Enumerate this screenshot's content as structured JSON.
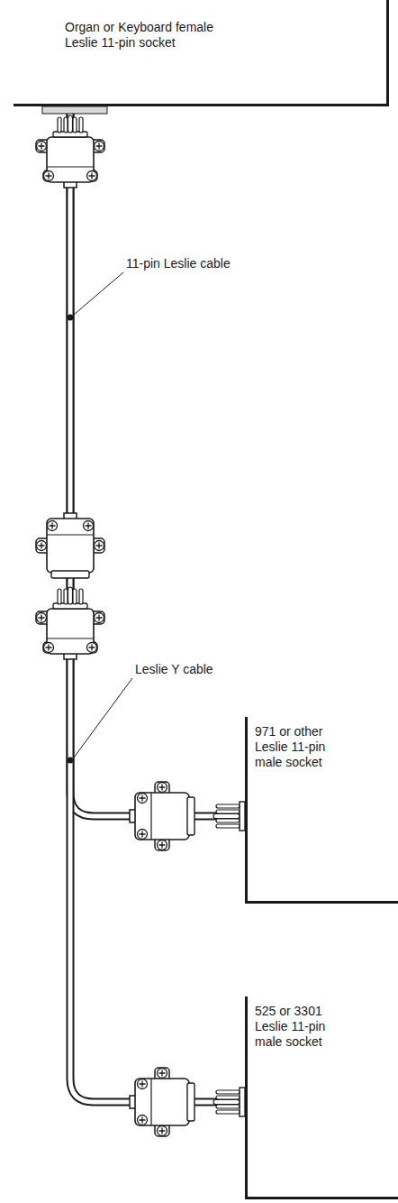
{
  "diagram": {
    "nodes": [
      {
        "text": [
          "Organ or Keyboard female Leslie 11-pin socket"
        ]
      },
      {
        "text": [
          "971 or other Leslie 11-pin male socket"
        ]
      },
      {
        "text": [
          "525 or 3301 Leslie 11-pin male socket"
        ]
      }
    ],
    "edges": [
      {
        "from": 0,
        "to": 1,
        "arrow": "none"
      },
      {
        "from": 0,
        "to": 2,
        "arrow": "none"
      }
    ],
    "labels": [
      "11-pin Leslie cable",
      "Leslie Y cable"
    ]
  }
}
